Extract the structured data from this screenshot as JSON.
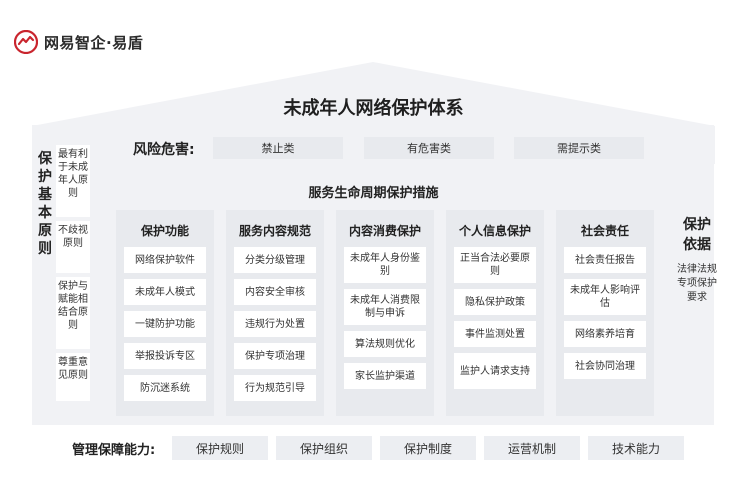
{
  "brand": {
    "name": "网易智企·易盾",
    "accent": "#c9252e"
  },
  "title": "未成年人网络保护体系",
  "risk": {
    "label": "风险危害:",
    "items": [
      "禁止类",
      "有危害类",
      "需提示类"
    ]
  },
  "left": {
    "title": "保护基本原则",
    "principles": [
      "最有利于未成年人原则",
      "不歧视原则",
      "保护与赋能相结合原则",
      "尊重意见原则"
    ]
  },
  "service": {
    "title": "服务生命周期保护措施",
    "columns": [
      {
        "title": "保护功能",
        "items": [
          "网络保护软件",
          "未成年人模式",
          "一键防护功能",
          "举报投诉专区",
          "防沉迷系统"
        ]
      },
      {
        "title": "服务内容规范",
        "items": [
          "分类分级管理",
          "内容安全审核",
          "违规行为处置",
          "保护专项治理",
          "行为规范引导"
        ]
      },
      {
        "title": "内容消费保护",
        "items": [
          "未成年人身份鉴别",
          "未成年人消费限制与申诉",
          "算法规则优化",
          "家长监护渠道"
        ]
      },
      {
        "title": "个人信息保护",
        "items": [
          "正当合法必要原则",
          "隐私保护政策",
          "事件监测处置",
          "监护人请求支持"
        ]
      },
      {
        "title": "社会责任",
        "items": [
          "社会责任报告",
          "未成年人影响评估",
          "网络素养培育",
          "社会协同治理"
        ]
      }
    ]
  },
  "right": {
    "title": "保护依据",
    "text": "法律法规专项保护要求"
  },
  "management": {
    "label": "管理保障能力:",
    "items": [
      "保护规则",
      "保护组织",
      "保护制度",
      "运营机制",
      "技术能力"
    ]
  }
}
